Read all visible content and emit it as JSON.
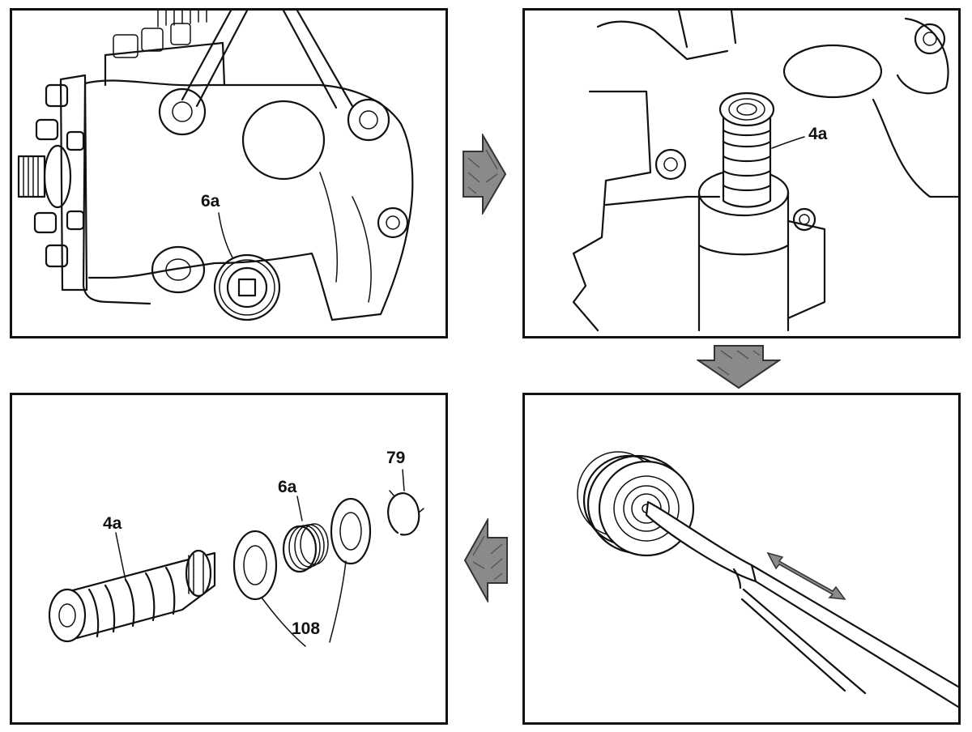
{
  "panels": {
    "step1": {
      "callouts": {
        "part": "6a"
      }
    },
    "step2": {
      "callouts": {
        "part": "4a"
      }
    },
    "step3": {
      "callouts": {
        "piston": "4a",
        "spring": "6a",
        "washers": "108",
        "circlip": "79"
      }
    },
    "step4": {
      "callouts": {}
    }
  },
  "arrows": {
    "fill_color": "#8a8a8a",
    "stroke_color": "#333333"
  }
}
